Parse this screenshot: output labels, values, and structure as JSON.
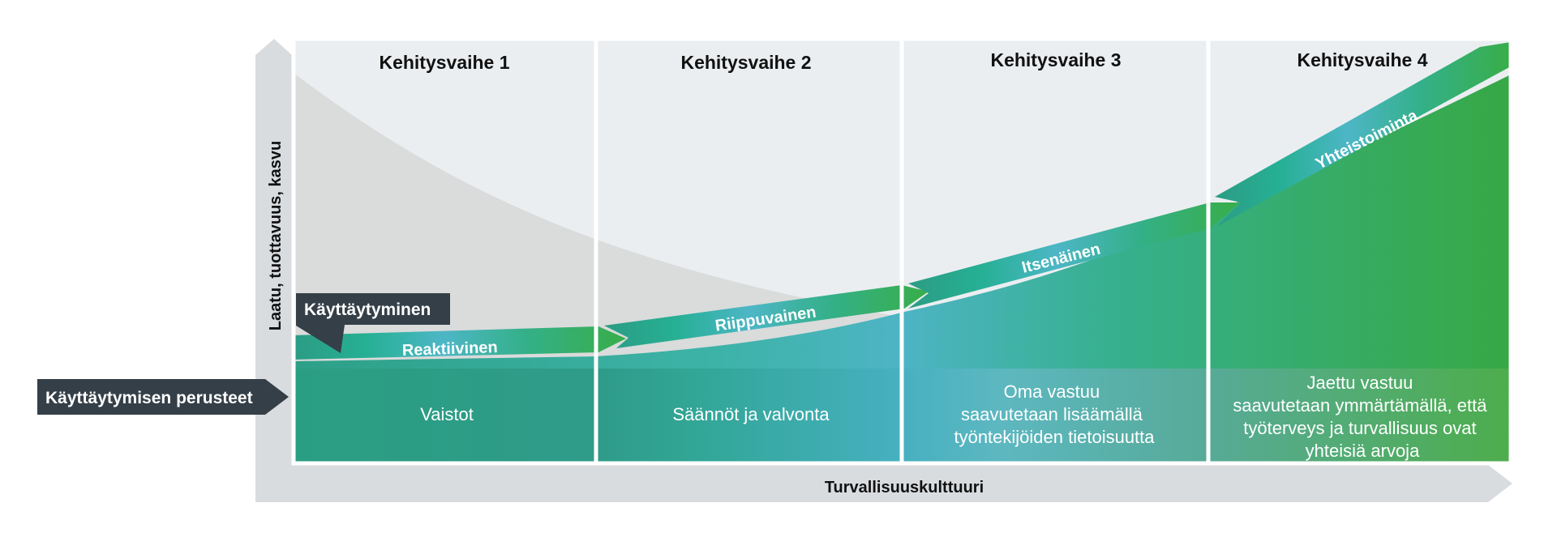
{
  "y_axis_label": "Laatu, tuottavuus, kasvu",
  "x_axis_label": "Turvallisuuskulttuuri",
  "behavior_tag": "Käyttäytyminen",
  "basis_tag": "Käyttäytymisen perusteet",
  "stages": [
    {
      "title": "Kehitysvaihe 1",
      "arrow_label": "Reaktiivinen",
      "basis_lines": [
        "Vaistot"
      ]
    },
    {
      "title": "Kehitysvaihe 2",
      "arrow_label": "Riippuvainen",
      "basis_lines": [
        "Säännöt ja valvonta"
      ]
    },
    {
      "title": "Kehitysvaihe 3",
      "arrow_label": "Itsenäinen",
      "basis_lines": [
        "Oma vastuu",
        "saavutetaan lisäämällä",
        "työntekijöiden tietoisuutta"
      ]
    },
    {
      "title": "Kehitysvaihe 4",
      "arrow_label": "Yhteistoiminta",
      "basis_lines": [
        "Jaettu vastuu",
        "saavutetaan ymmärtämällä, että",
        "työterveys ja  turvallisuus ovat",
        "yhteisiä arvoja"
      ]
    }
  ],
  "colors": {
    "panel": "#ebeef1",
    "axis": "#d9dcdf",
    "dark_tag": "#353f47",
    "grey_area": "#dadbdb",
    "teal": "#2aa890",
    "blue": "#4cb3c6",
    "green": "#3aab45"
  }
}
